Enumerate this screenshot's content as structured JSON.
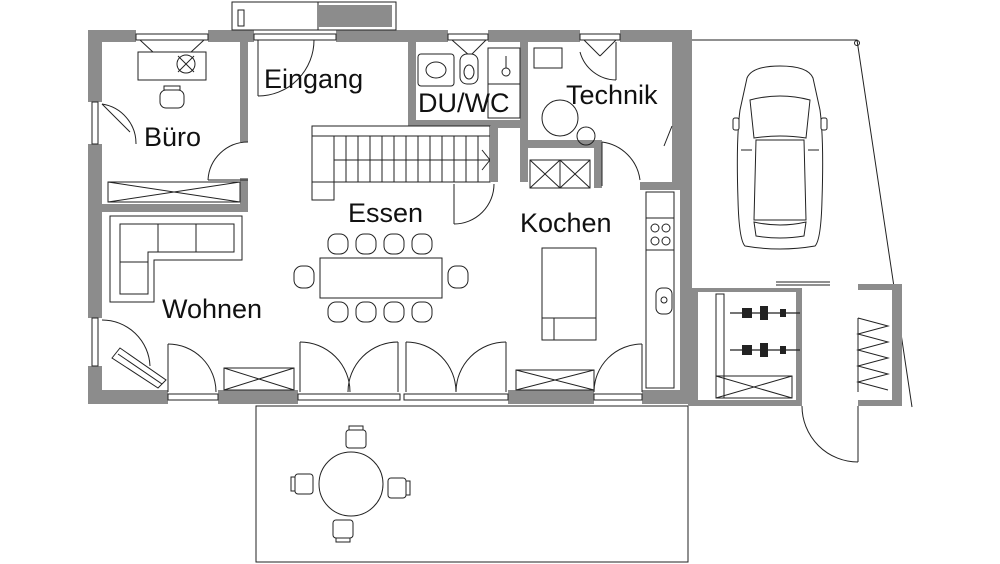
{
  "rooms": {
    "eingang": "Eingang",
    "du_wc": "DU/WC",
    "technik": "Technik",
    "buero": "Büro",
    "essen": "Essen",
    "kochen": "Kochen",
    "wohnen": "Wohnen"
  },
  "colors": {
    "wall": "#8c8c8c",
    "line": "#222222",
    "background": "#ffffff"
  }
}
